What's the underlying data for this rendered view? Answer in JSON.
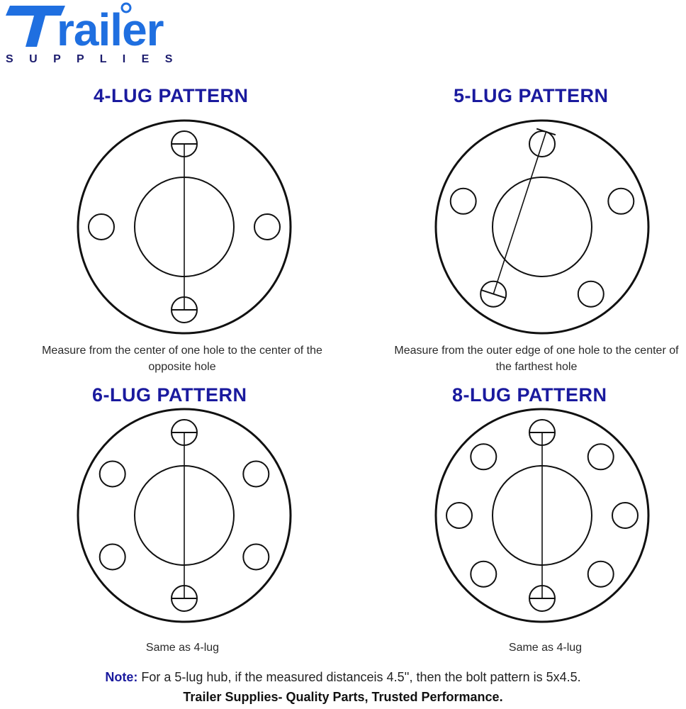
{
  "brand": {
    "name": "railer",
    "tagline": "S U P P L I E S",
    "logo_text": "Trailer Supplies",
    "color": "#1f6fe0",
    "tagline_color": "#1c1c6e"
  },
  "colors": {
    "title": "#1a1a9e",
    "note_label": "#1a1a9e",
    "line": "#111111"
  },
  "patterns": [
    {
      "title": "4-LUG PATTERN",
      "caption": "Measure from the center of one hole to the center of the opposite hole",
      "lugs": 4
    },
    {
      "title": "5-LUG PATTERN",
      "caption": "Measure from the outer edge of one hole to the center of the farthest hole",
      "lugs": 5
    },
    {
      "title": "6-LUG PATTERN",
      "caption": "Same as 4-lug",
      "lugs": 6
    },
    {
      "title": "8-LUG PATTERN",
      "caption": "Same as 4-lug",
      "lugs": 8
    }
  ],
  "footer": {
    "note_label": "Note:",
    "note_text": " For a 5-lug hub, if the measured distanceis 4.5'', then the bolt pattern is 5x4.5.",
    "tagline": "Trailer Supplies- Quality Parts, Trusted Performance."
  }
}
